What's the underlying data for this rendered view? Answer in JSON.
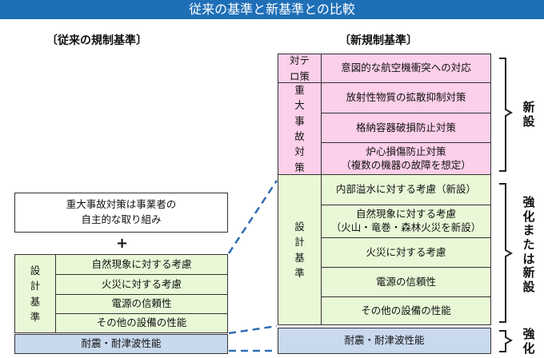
{
  "title": "従来の基準と新基準との比較",
  "left": {
    "heading": "〔従来の規制基準〕",
    "voluntary_box": [
      "重大事故対策は事業者の",
      "自主的な取り組み"
    ],
    "plus": "+",
    "design_label": "設計基準",
    "design_items": [
      "自然現象に対する考慮",
      "火災に対する考慮",
      "電源の信頼性",
      "その他の設備の性能"
    ],
    "seismic": "耐震・耐津波性能"
  },
  "right": {
    "heading": "〔新規制基準〕",
    "terror_label": "対テロ策",
    "terror_item": "意図的な航空機衝突への対応",
    "accident_label": "重大事故対策",
    "accident_items": [
      "放射性物質の拡散抑制対策",
      "格納容器破損防止対策",
      "炉心損傷防止対策",
      "（複数の機器の故障を想定）"
    ],
    "design_label": "設計基準",
    "design_items": [
      "内部溢水に対する考慮（新設）",
      "自然現象に対する考慮",
      "（火山・竜巻・森林火災を新設）",
      "火災に対する考慮",
      "電源の信頼性",
      "その他の設備の性能"
    ],
    "seismic": "耐震・耐津波性能"
  },
  "side_labels": {
    "new": "新設",
    "strengthened_or_new": "強化または新設",
    "strengthened": "強化"
  },
  "colors": {
    "title_bg": "#1f6fb7",
    "pink": "#fccfea",
    "green": "#e9f9d7",
    "blue": "#c9d9ee",
    "connector": "#2f6db3"
  }
}
